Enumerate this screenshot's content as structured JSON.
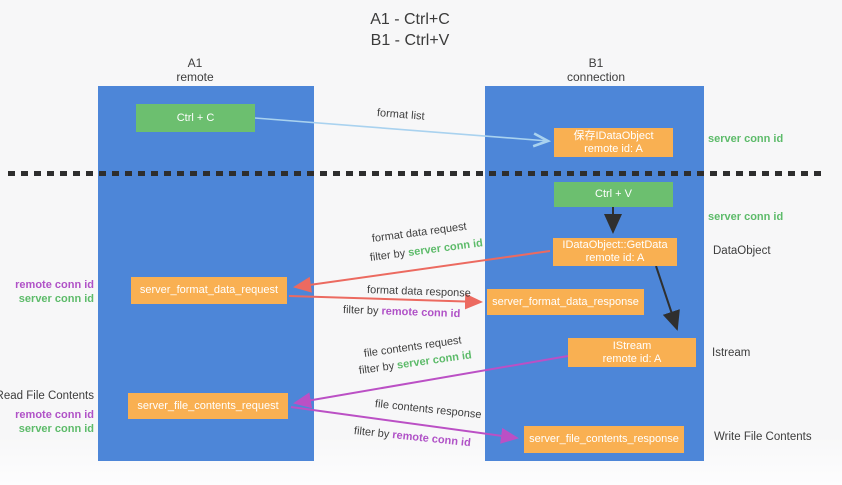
{
  "title": {
    "line1": "A1 - Ctrl+C",
    "line2": "B1 - Ctrl+V"
  },
  "lanes": {
    "left": {
      "id": "A1",
      "role": "remote"
    },
    "right": {
      "id": "B1",
      "role": "connection"
    }
  },
  "nodes": {
    "ctrl_c": {
      "label": "Ctrl + C"
    },
    "save_idataobject": {
      "line1": "保存IDataObject",
      "line2": "remote id: A"
    },
    "ctrl_v": {
      "label": "Ctrl + V"
    },
    "getdata": {
      "line1": "IDataObject::GetData",
      "line2": "remote id: A"
    },
    "format_request": {
      "label": "server_format_data_request"
    },
    "format_response": {
      "label": "server_format_data_response"
    },
    "istream": {
      "line1": "IStream",
      "line2": "remote id: A"
    },
    "file_request": {
      "label": "server_file_contents_request"
    },
    "file_response": {
      "label": "server_file_contents_response"
    }
  },
  "flow_labels": {
    "format_list": "format list",
    "format_data_request": {
      "text": "format data request",
      "filter_prefix": "filter by ",
      "filter_key": "server conn id"
    },
    "format_data_response": {
      "text": "format data response",
      "filter_prefix": "filter by ",
      "filter_key": "remote conn id"
    },
    "file_contents_request": {
      "text": "file contents request",
      "filter_prefix": "filter by ",
      "filter_key": "server conn id"
    },
    "file_contents_response": {
      "text": "file contents response",
      "filter_prefix": "filter by ",
      "filter_key": "remote conn id"
    }
  },
  "annotations": {
    "right": {
      "server_conn_id_top": "server conn id",
      "server_conn_id_mid": "server conn id",
      "dataobject": "DataObject",
      "istream": "Istream",
      "write_file_contents": "Write File Contents"
    },
    "left": {
      "remote_conn_id_top": "remote conn id",
      "server_conn_id_top": "server conn id",
      "read_file_contents": "Read File Contents",
      "remote_conn_id_bottom": "remote conn id",
      "server_conn_id_bottom": "server conn id"
    }
  },
  "colors": {
    "lane_blue": "#4d86d8",
    "box_green": "#6cbf6f",
    "box_orange": "#f9b052",
    "arrow_lightblue": "#a9d2ef",
    "arrow_red": "#ec6a60",
    "arrow_magenta": "#bb50c5",
    "arrow_black": "#2f2f2f",
    "text_green": "#5dbb6a",
    "text_purple": "#b052c7",
    "text_dark": "#3d3d3d"
  }
}
